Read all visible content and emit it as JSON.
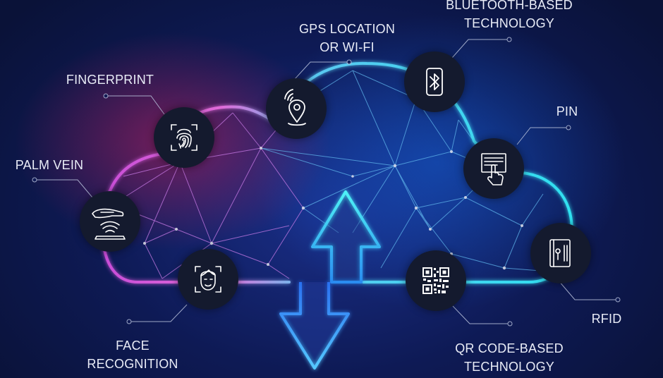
{
  "labels": {
    "bluetooth": [
      "BLUETOOTH-BASED",
      "TECHNOLOGY"
    ],
    "gps": [
      "GPS LOCATION",
      "OR WI-FI"
    ],
    "fingerprint": [
      "FINGERPRINT"
    ],
    "pin": [
      "PIN"
    ],
    "palm_vein": [
      "PALM VEIN"
    ],
    "rfid": [
      "RFID"
    ],
    "face": [
      "FACE",
      "RECOGNITION"
    ],
    "qr": [
      "QR CODE-BASED",
      "TECHNOLOGY"
    ]
  },
  "icons": {
    "fingerprint": "fingerprint-icon",
    "gps": "location-pin-icon",
    "bluetooth": "bluetooth-icon",
    "pin": "pin-keypad-icon",
    "rfid": "rfid-card-icon",
    "qr": "qr-code-icon",
    "face": "face-scan-icon",
    "palm_vein": "palm-scan-icon"
  },
  "colors": {
    "background": "#0e1a55",
    "cloud_left": "#d64fd0",
    "cloud_right": "#2fe0f0",
    "accent_blue": "#3aa0ff",
    "node_fill": "#141a2e"
  }
}
